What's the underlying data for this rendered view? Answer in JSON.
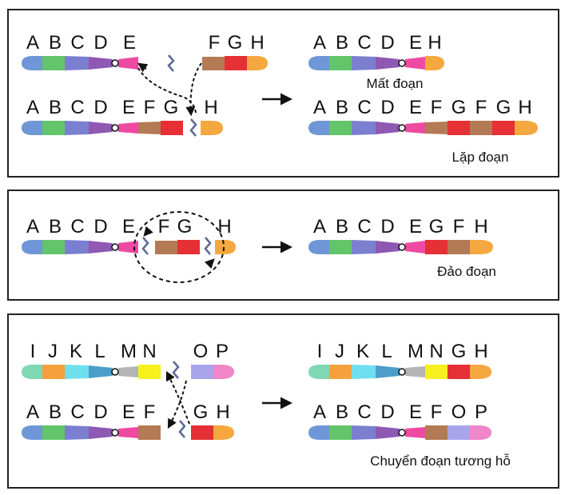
{
  "colors": {
    "A": "#6f96d6",
    "B": "#63c56a",
    "C": "#7b7fd0",
    "D": "#8e58b3",
    "E": "#ee4aa2",
    "F": "#b37a55",
    "G": "#e53036",
    "H": "#f5a840",
    "I": "#7fd8b3",
    "J": "#f5a03c",
    "K": "#6fdff0",
    "L": "#4b9ec8",
    "M": "#b4b4b4",
    "N": "#f6f01e",
    "O": "#a9a4ea",
    "P": "#ee86c8",
    "centromere": "#ffffff",
    "break_mark": "#5c6a95",
    "arrow": "#111111",
    "border": "#222222"
  },
  "panels": {
    "p1": {
      "left_top": {
        "arms": [
          "A",
          "B",
          "C",
          "D",
          "E"
        ]
      },
      "left_fragment": {
        "arms": [
          "F",
          "G",
          "H"
        ]
      },
      "left_bottom": {
        "arms": [
          "A",
          "B",
          "C",
          "D",
          "E",
          "F",
          "G",
          "H"
        ]
      },
      "right_top": {
        "arms": [
          "A",
          "B",
          "C",
          "D",
          "E",
          "H"
        ]
      },
      "caption_top": "Mất đoạn",
      "right_bottom": {
        "arms": [
          "A",
          "B",
          "C",
          "D",
          "E",
          "F",
          "G",
          "F",
          "G",
          "H"
        ]
      },
      "caption_bottom": "Lặp đoạn"
    },
    "p2": {
      "left": {
        "arms": [
          "A",
          "B",
          "C",
          "D",
          "E",
          "F",
          "G",
          "H"
        ]
      },
      "right": {
        "arms": [
          "A",
          "B",
          "C",
          "D",
          "E",
          "G",
          "F",
          "H"
        ]
      },
      "caption": "Đảo đoạn"
    },
    "p3": {
      "left_top": {
        "arms": [
          "I",
          "J",
          "K",
          "L",
          "M",
          "N"
        ]
      },
      "left_top_frag": {
        "arms": [
          "O",
          "P"
        ]
      },
      "left_bottom": {
        "arms": [
          "A",
          "B",
          "C",
          "D",
          "E",
          "F"
        ]
      },
      "left_bottom_frag": {
        "arms": [
          "G",
          "H"
        ]
      },
      "right_top": {
        "arms": [
          "I",
          "J",
          "K",
          "L",
          "M",
          "N",
          "G",
          "H"
        ]
      },
      "right_bottom": {
        "arms": [
          "A",
          "B",
          "C",
          "D",
          "E",
          "F",
          "O",
          "P"
        ]
      },
      "caption": "Chuyển đoạn tương hỗ"
    }
  }
}
